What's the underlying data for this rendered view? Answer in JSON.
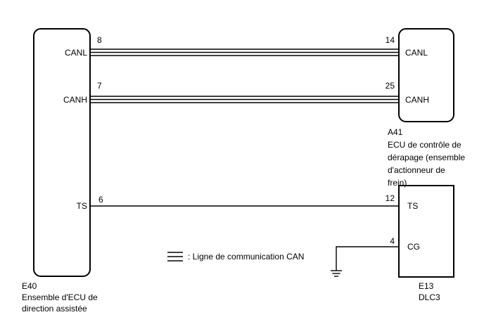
{
  "components": {
    "e40": {
      "id": "E40",
      "name_lines": [
        "Ensemble d'ECU de",
        "direction assistée"
      ],
      "pins": {
        "canl": "CANL",
        "canh": "CANH",
        "ts": "TS"
      }
    },
    "a41": {
      "id": "A41",
      "name_lines": [
        "ECU de contrôle de",
        "dérapage (ensemble",
        "d'actionneur de",
        "frein)"
      ],
      "pins": {
        "canl": "CANL",
        "canh": "CANH"
      }
    },
    "e13": {
      "id": "E13",
      "name_lines": [
        "DLC3"
      ],
      "pins": {
        "ts": "TS",
        "cg": "CG"
      }
    }
  },
  "wires": {
    "canl": {
      "from_pin": "8",
      "to_pin": "14"
    },
    "canh": {
      "from_pin": "7",
      "to_pin": "25"
    },
    "ts": {
      "from_pin": "6",
      "to_pin": "12"
    },
    "cg": {
      "to_pin": "4"
    }
  },
  "legend": {
    "text": ": Ligne de communication CAN"
  }
}
